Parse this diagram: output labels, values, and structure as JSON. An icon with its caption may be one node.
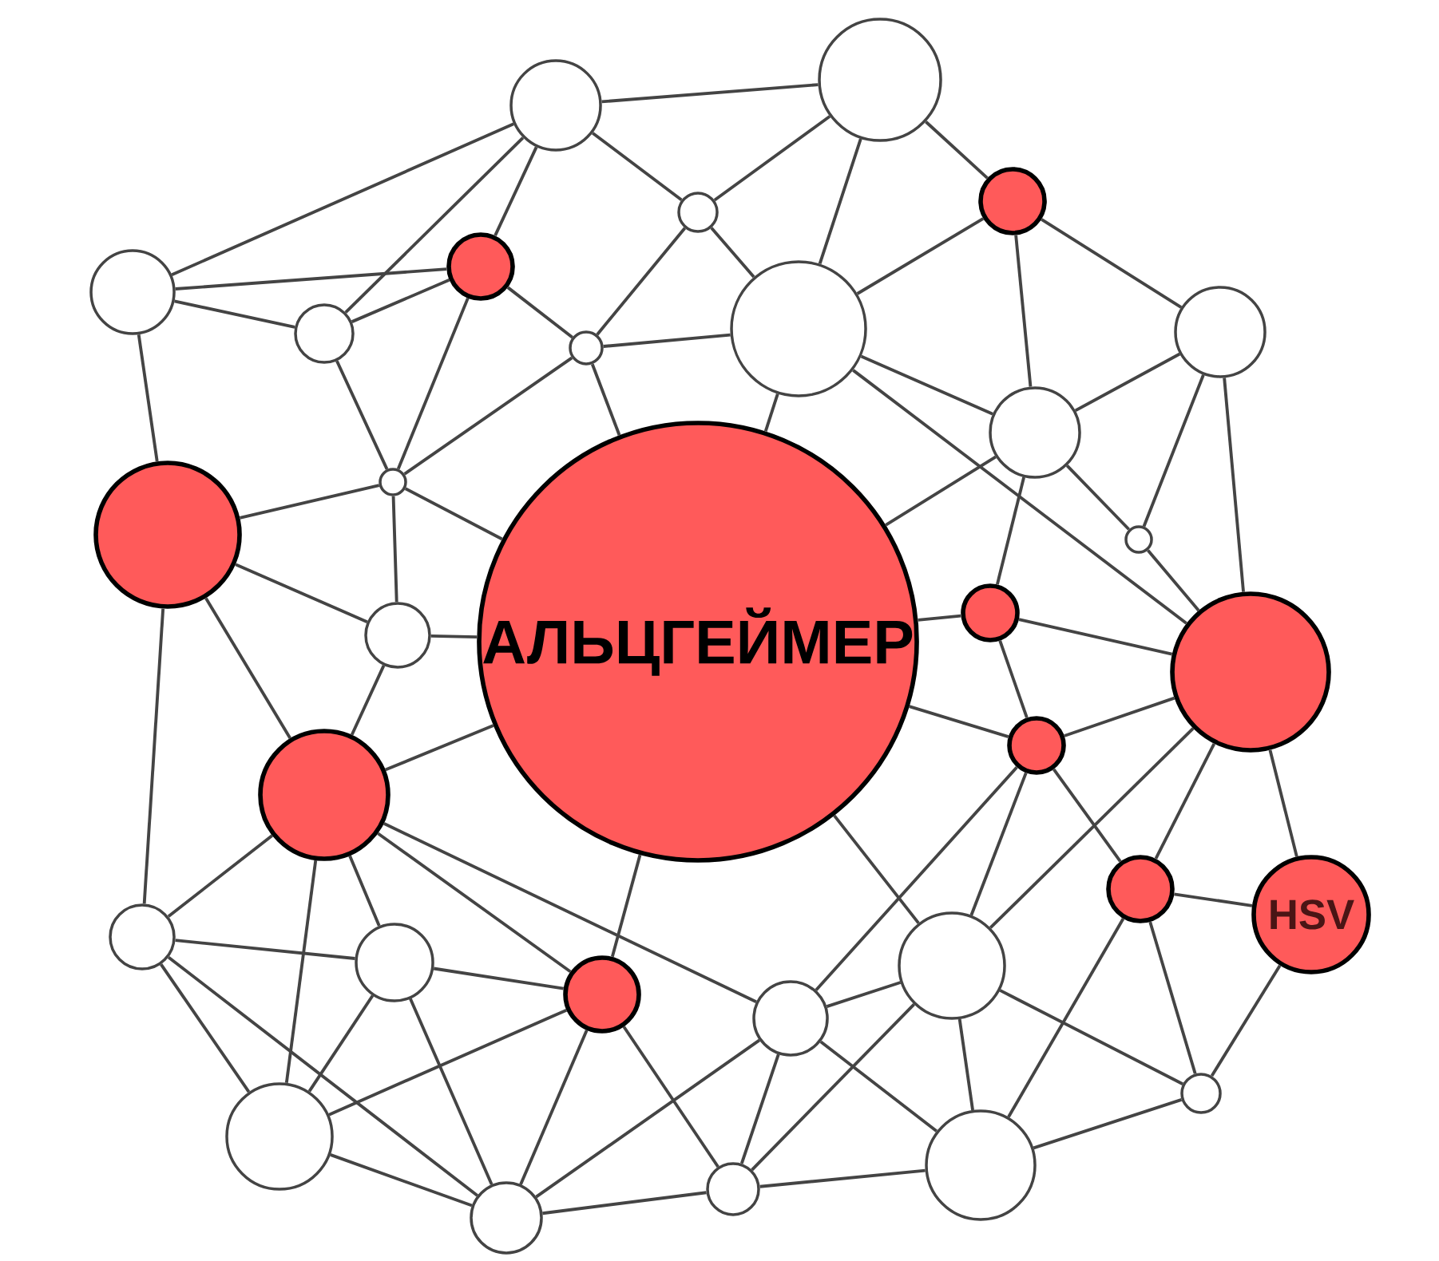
{
  "diagram": {
    "nodes": [
      {
        "text": [],
        "shape": "circle"
      },
      {
        "text": [],
        "shape": "circle"
      },
      {
        "text": [],
        "shape": "circle"
      },
      {
        "text": [],
        "shape": "circle"
      },
      {
        "text": [],
        "shape": "circle"
      },
      {
        "text": [],
        "shape": "circle"
      },
      {
        "text": [],
        "shape": "circle"
      },
      {
        "text": [],
        "shape": "circle"
      },
      {
        "text": [],
        "shape": "circle"
      },
      {
        "text": [],
        "shape": "circle"
      },
      {
        "text": [],
        "shape": "circle"
      },
      {
        "text": [],
        "shape": "circle"
      },
      {
        "text": [],
        "shape": "circle"
      },
      {
        "text": [],
        "shape": "circle"
      },
      {
        "text": [
          "АЛЬЦГЕЙМЕР"
        ]
      },
      {
        "text": [],
        "shape": "circle"
      },
      {
        "text": [],
        "shape": "circle"
      },
      {
        "text": [],
        "shape": "circle"
      },
      {
        "text": [],
        "shape": "circle"
      },
      {
        "text": [],
        "shape": "circle"
      },
      {
        "text": [],
        "shape": "circle"
      },
      {
        "text": [
          "HSV"
        ]
      },
      {
        "text": [],
        "shape": "circle"
      },
      {
        "text": [],
        "shape": "circle"
      },
      {
        "text": [],
        "shape": "circle"
      },
      {
        "text": [],
        "shape": "circle"
      },
      {
        "text": [],
        "shape": "circle"
      },
      {
        "text": [],
        "shape": "circle"
      },
      {
        "text": [],
        "shape": "circle"
      },
      {
        "text": [],
        "shape": "circle"
      },
      {
        "text": [],
        "shape": "circle"
      },
      {
        "text": [],
        "shape": "circle"
      }
    ],
    "edges": [
      {
        "from": 0,
        "to": 1,
        "arrow": "none"
      },
      {
        "from": 0,
        "to": 4,
        "arrow": "none"
      },
      {
        "from": 0,
        "to": 6,
        "arrow": "none"
      },
      {
        "from": 0,
        "to": 5,
        "arrow": "none"
      },
      {
        "from": 0,
        "to": 2,
        "arrow": "none"
      },
      {
        "from": 4,
        "to": 5,
        "arrow": "none"
      },
      {
        "from": 4,
        "to": 6,
        "arrow": "none"
      },
      {
        "from": 4,
        "to": 12,
        "arrow": "none"
      },
      {
        "from": 5,
        "to": 6,
        "arrow": "none"
      },
      {
        "from": 5,
        "to": 7,
        "arrow": "none"
      },
      {
        "from": 5,
        "to": 11,
        "arrow": "none"
      },
      {
        "from": 6,
        "to": 11,
        "arrow": "none"
      },
      {
        "from": 2,
        "to": 7,
        "arrow": "none"
      },
      {
        "from": 2,
        "to": 8,
        "arrow": "none"
      },
      {
        "from": 2,
        "to": 1,
        "arrow": "none"
      },
      {
        "from": 7,
        "to": 8,
        "arrow": "none"
      },
      {
        "from": 7,
        "to": 11,
        "arrow": "none"
      },
      {
        "from": 7,
        "to": 14,
        "arrow": "none"
      },
      {
        "from": 11,
        "to": 12,
        "arrow": "none"
      },
      {
        "from": 11,
        "to": 14,
        "arrow": "none"
      },
      {
        "from": 11,
        "to": 16,
        "arrow": "none"
      },
      {
        "from": 12,
        "to": 16,
        "arrow": "none"
      },
      {
        "from": 12,
        "to": 19,
        "arrow": "none"
      },
      {
        "from": 12,
        "to": 22,
        "arrow": "none"
      },
      {
        "from": 1,
        "to": 8,
        "arrow": "none"
      },
      {
        "from": 1,
        "to": 3,
        "arrow": "none"
      },
      {
        "from": 3,
        "to": 8,
        "arrow": "none"
      },
      {
        "from": 3,
        "to": 10,
        "arrow": "none"
      },
      {
        "from": 3,
        "to": 9,
        "arrow": "none"
      },
      {
        "from": 8,
        "to": 10,
        "arrow": "none"
      },
      {
        "from": 8,
        "to": 14,
        "arrow": "none"
      },
      {
        "from": 8,
        "to": 17,
        "arrow": "none"
      },
      {
        "from": 9,
        "to": 10,
        "arrow": "none"
      },
      {
        "from": 9,
        "to": 13,
        "arrow": "none"
      },
      {
        "from": 9,
        "to": 17,
        "arrow": "none"
      },
      {
        "from": 10,
        "to": 13,
        "arrow": "none"
      },
      {
        "from": 10,
        "to": 14,
        "arrow": "none"
      },
      {
        "from": 10,
        "to": 15,
        "arrow": "none"
      },
      {
        "from": 15,
        "to": 14,
        "arrow": "none"
      },
      {
        "from": 15,
        "to": 17,
        "arrow": "none"
      },
      {
        "from": 15,
        "to": 18,
        "arrow": "none"
      },
      {
        "from": 13,
        "to": 17,
        "arrow": "none"
      },
      {
        "from": 14,
        "to": 16,
        "arrow": "none"
      },
      {
        "from": 16,
        "to": 19,
        "arrow": "none"
      },
      {
        "from": 14,
        "to": 19,
        "arrow": "none"
      },
      {
        "from": 14,
        "to": 18,
        "arrow": "none"
      },
      {
        "from": 14,
        "to": 25,
        "arrow": "none"
      },
      {
        "from": 14,
        "to": 24,
        "arrow": "none"
      },
      {
        "from": 18,
        "to": 17,
        "arrow": "none"
      },
      {
        "from": 18,
        "to": 20,
        "arrow": "none"
      },
      {
        "from": 18,
        "to": 26,
        "arrow": "none"
      },
      {
        "from": 18,
        "to": 25,
        "arrow": "none"
      },
      {
        "from": 17,
        "to": 25,
        "arrow": "none"
      },
      {
        "from": 17,
        "to": 20,
        "arrow": "none"
      },
      {
        "from": 17,
        "to": 21,
        "arrow": "none"
      },
      {
        "from": 20,
        "to": 21,
        "arrow": "none"
      },
      {
        "from": 20,
        "to": 29,
        "arrow": "none"
      },
      {
        "from": 20,
        "to": 27,
        "arrow": "none"
      },
      {
        "from": 21,
        "to": 27,
        "arrow": "none"
      },
      {
        "from": 25,
        "to": 26,
        "arrow": "none"
      },
      {
        "from": 25,
        "to": 27,
        "arrow": "none"
      },
      {
        "from": 25,
        "to": 29,
        "arrow": "none"
      },
      {
        "from": 27,
        "to": 29,
        "arrow": "none"
      },
      {
        "from": 26,
        "to": 29,
        "arrow": "none"
      },
      {
        "from": 26,
        "to": 30,
        "arrow": "none"
      },
      {
        "from": 29,
        "to": 30,
        "arrow": "none"
      },
      {
        "from": 25,
        "to": 30,
        "arrow": "none"
      },
      {
        "from": 19,
        "to": 26,
        "arrow": "none"
      },
      {
        "from": 19,
        "to": 24,
        "arrow": "none"
      },
      {
        "from": 24,
        "to": 31,
        "arrow": "none"
      },
      {
        "from": 24,
        "to": 30,
        "arrow": "none"
      },
      {
        "from": 31,
        "to": 26,
        "arrow": "none"
      },
      {
        "from": 31,
        "to": 30,
        "arrow": "none"
      },
      {
        "from": 24,
        "to": 23,
        "arrow": "none"
      },
      {
        "from": 24,
        "to": 28,
        "arrow": "none"
      },
      {
        "from": 23,
        "to": 19,
        "arrow": "none"
      },
      {
        "from": 23,
        "to": 22,
        "arrow": "none"
      },
      {
        "from": 23,
        "to": 28,
        "arrow": "none"
      },
      {
        "from": 23,
        "to": 31,
        "arrow": "none"
      },
      {
        "from": 22,
        "to": 19,
        "arrow": "none"
      },
      {
        "from": 22,
        "to": 28,
        "arrow": "none"
      },
      {
        "from": 22,
        "to": 31,
        "arrow": "none"
      },
      {
        "from": 19,
        "to": 28,
        "arrow": "none"
      },
      {
        "from": 28,
        "to": 31,
        "arrow": "none"
      }
    ]
  }
}
